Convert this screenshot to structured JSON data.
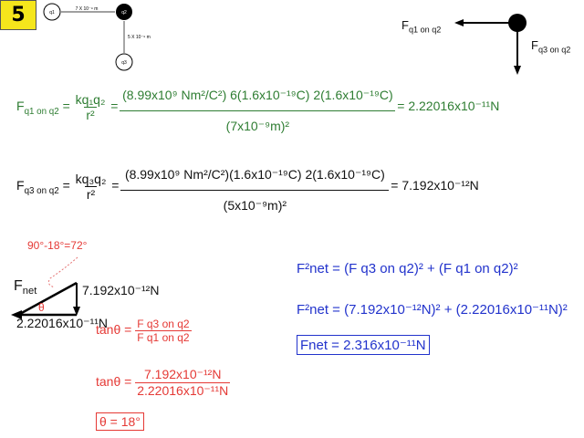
{
  "badge": {
    "number": "5"
  },
  "setup_diagram": {
    "charges": [
      "q1",
      "q2",
      "q3"
    ],
    "dist_q1_q2": "7 X 10⁻⁹ m",
    "dist_q2_q3": "5 X 10⁻⁹ m"
  },
  "force_diagram": {
    "label_f1": "F",
    "label_f1_sub": "q1 on q2",
    "label_f3": "F",
    "label_f3_sub": "q3 on q2"
  },
  "eq1": {
    "lhs": "F",
    "lhs_sub": "q1 on q2",
    "formula_num": "kq₁q₂",
    "formula_den": "r²",
    "num": "(8.99x10⁹ Nm²/C²) 6(1.6x10⁻¹⁹C) 2(1.6x10⁻¹⁹C)",
    "den": "(7x10⁻⁹m)²",
    "result": "= 2.22016x10⁻¹¹N",
    "color": "#2e7d32"
  },
  "eq2": {
    "lhs": "F",
    "lhs_sub": "q3 on q2",
    "formula_num": "kq₃q₂",
    "formula_den": "r²",
    "num": "(8.99x10⁹ Nm²/C²)(1.6x10⁻¹⁹C) 2(1.6x10⁻¹⁹C)",
    "den": "(5x10⁻⁹m)²",
    "result": "= 7.192x10⁻¹²N",
    "color": "#111111"
  },
  "triangle": {
    "angle_note": "90°-18°=72°",
    "fnet_label": "F",
    "fnet_sub": "net",
    "vertical_label": "7.192x10⁻¹²N",
    "horizontal_label": "2.22016x10⁻¹¹N",
    "theta": "θ"
  },
  "tan": {
    "line1_lhs": "tanθ =",
    "line1_num": "F q3 on q2",
    "line1_den": "F q1 on q2",
    "line2_lhs": "tanθ =",
    "line2_num": "7.192x10⁻¹²N",
    "line2_den": "2.22016x10⁻¹¹N",
    "answer": "θ = 18°",
    "color": "#e53935"
  },
  "pythag": {
    "line1": "F²net = (F q3 on q2)² + (F q1 on q2)²",
    "line2": "F²net = (7.192x10⁻¹²N)² + (2.22016x10⁻¹¹N)²",
    "answer": "Fnet = 2.316x10⁻¹¹N",
    "color": "#2233cc"
  }
}
